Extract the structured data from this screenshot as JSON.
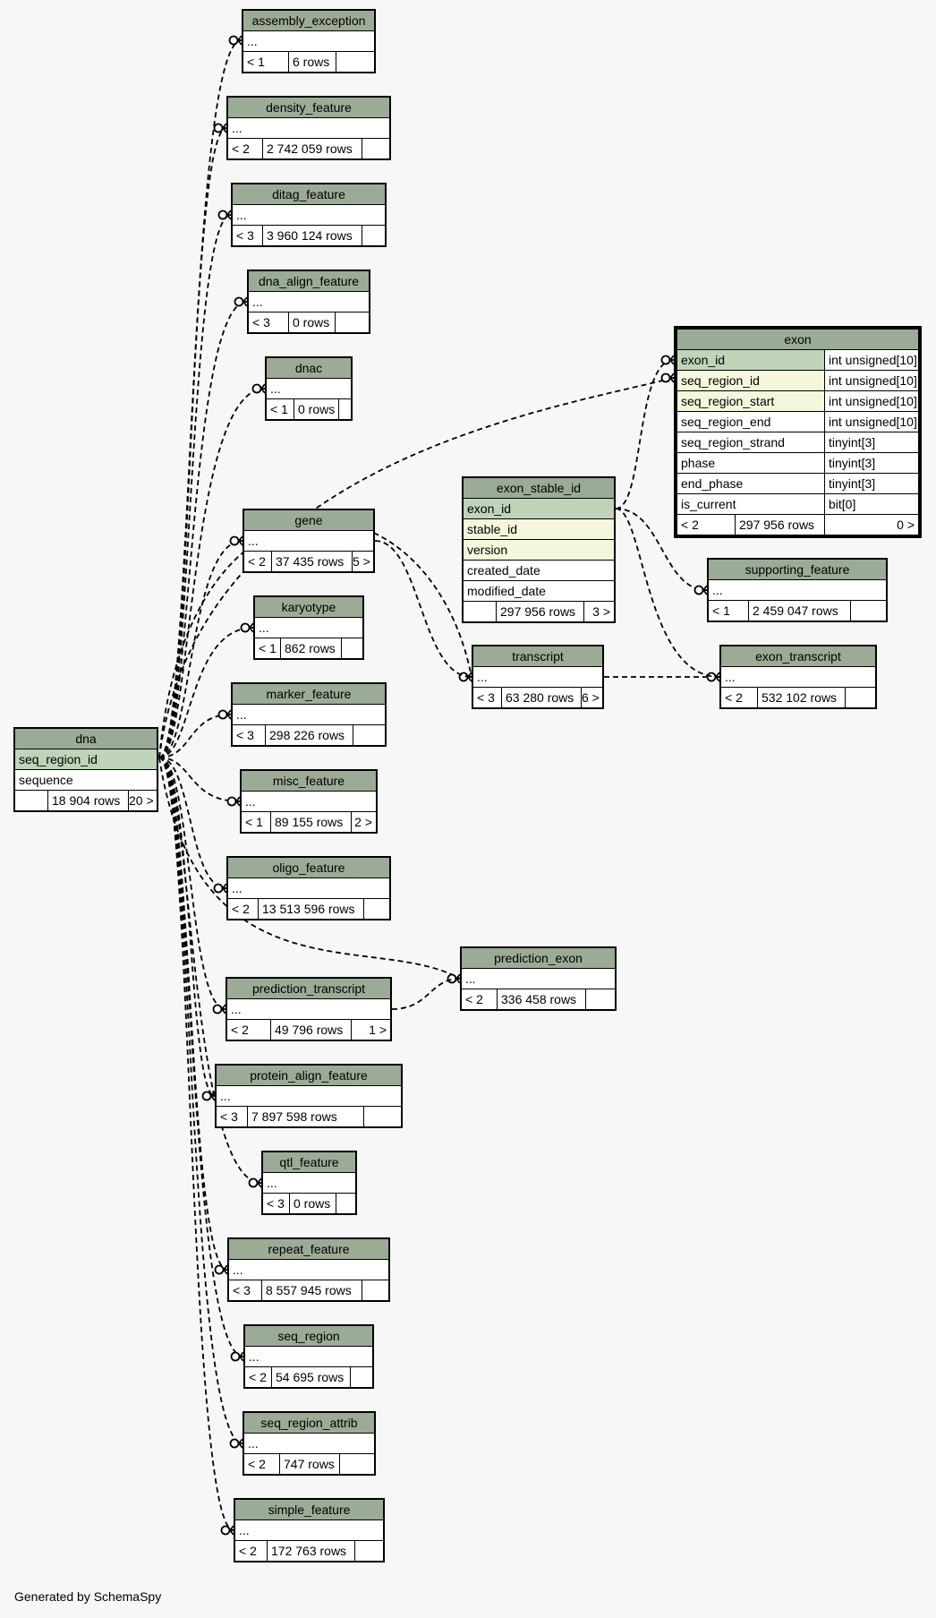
{
  "footer": "Generated by SchemaSpy",
  "colors": {
    "header": "#9bab96",
    "primary_key": "#bfd4b9",
    "foreign_key": "#f4f7dc",
    "background": "#f7f7f7"
  },
  "tables": {
    "assembly_exception": {
      "name": "assembly_exception",
      "collapsed": "...",
      "parents": "< 1",
      "rows": "6 rows",
      "children": ""
    },
    "density_feature": {
      "name": "density_feature",
      "collapsed": "...",
      "parents": "< 2",
      "rows": "2 742 059 rows",
      "children": ""
    },
    "ditag_feature": {
      "name": "ditag_feature",
      "collapsed": "...",
      "parents": "< 3",
      "rows": "3 960 124 rows",
      "children": ""
    },
    "dna_align_feature": {
      "name": "dna_align_feature",
      "collapsed": "...",
      "parents": "< 3",
      "rows": "0 rows",
      "children": ""
    },
    "dnac": {
      "name": "dnac",
      "collapsed": "...",
      "parents": "< 1",
      "rows": "0 rows",
      "children": ""
    },
    "gene": {
      "name": "gene",
      "collapsed": "...",
      "parents": "< 2",
      "rows": "37 435 rows",
      "children": "5 >"
    },
    "karyotype": {
      "name": "karyotype",
      "collapsed": "...",
      "parents": "< 1",
      "rows": "862 rows",
      "children": ""
    },
    "marker_feature": {
      "name": "marker_feature",
      "collapsed": "...",
      "parents": "< 3",
      "rows": "298 226 rows",
      "children": ""
    },
    "misc_feature": {
      "name": "misc_feature",
      "collapsed": "...",
      "parents": "< 1",
      "rows": "89 155 rows",
      "children": "2 >"
    },
    "oligo_feature": {
      "name": "oligo_feature",
      "collapsed": "...",
      "parents": "< 2",
      "rows": "13 513 596 rows",
      "children": ""
    },
    "prediction_transcript": {
      "name": "prediction_transcript",
      "collapsed": "...",
      "parents": "< 2",
      "rows": "49 796 rows",
      "children": "1 >"
    },
    "protein_align_feature": {
      "name": "protein_align_feature",
      "collapsed": "...",
      "parents": "< 3",
      "rows": "7 897 598 rows",
      "children": ""
    },
    "qtl_feature": {
      "name": "qtl_feature",
      "collapsed": "...",
      "parents": "< 3",
      "rows": "0 rows",
      "children": ""
    },
    "repeat_feature": {
      "name": "repeat_feature",
      "collapsed": "...",
      "parents": "< 3",
      "rows": "8 557 945 rows",
      "children": ""
    },
    "seq_region": {
      "name": "seq_region",
      "collapsed": "...",
      "parents": "< 2",
      "rows": "54 695 rows",
      "children": ""
    },
    "seq_region_attrib": {
      "name": "seq_region_attrib",
      "collapsed": "...",
      "parents": "< 2",
      "rows": "747 rows",
      "children": ""
    },
    "simple_feature": {
      "name": "simple_feature",
      "collapsed": "...",
      "parents": "< 2",
      "rows": "172 763 rows",
      "children": ""
    },
    "transcript": {
      "name": "transcript",
      "collapsed": "...",
      "parents": "< 3",
      "rows": "63 280 rows",
      "children": "6 >"
    },
    "exon_transcript": {
      "name": "exon_transcript",
      "collapsed": "...",
      "parents": "< 2",
      "rows": "532 102 rows",
      "children": ""
    },
    "supporting_feature": {
      "name": "supporting_feature",
      "collapsed": "...",
      "parents": "< 1",
      "rows": "2 459 047 rows",
      "children": ""
    },
    "prediction_exon": {
      "name": "prediction_exon",
      "collapsed": "...",
      "parents": "< 2",
      "rows": "336 458 rows",
      "children": ""
    },
    "dna": {
      "name": "dna",
      "columns": [
        "seq_region_id",
        "sequence"
      ],
      "parents": "",
      "rows": "18 904 rows",
      "children": "20 >"
    },
    "exon_stable_id": {
      "name": "exon_stable_id",
      "columns": [
        "exon_id",
        "stable_id",
        "version",
        "created_date",
        "modified_date"
      ],
      "parents": "",
      "rows": "297 956 rows",
      "children": "3 >"
    },
    "exon": {
      "name": "exon",
      "columns": [
        {
          "name": "exon_id",
          "type": "int unsigned[10]"
        },
        {
          "name": "seq_region_id",
          "type": "int unsigned[10]"
        },
        {
          "name": "seq_region_start",
          "type": "int unsigned[10]"
        },
        {
          "name": "seq_region_end",
          "type": "int unsigned[10]"
        },
        {
          "name": "seq_region_strand",
          "type": "tinyint[3]"
        },
        {
          "name": "phase",
          "type": "tinyint[3]"
        },
        {
          "name": "end_phase",
          "type": "tinyint[3]"
        },
        {
          "name": "is_current",
          "type": "bit[0]"
        }
      ],
      "parents": "< 2",
      "rows": "297 956 rows",
      "children": "0 >"
    }
  }
}
